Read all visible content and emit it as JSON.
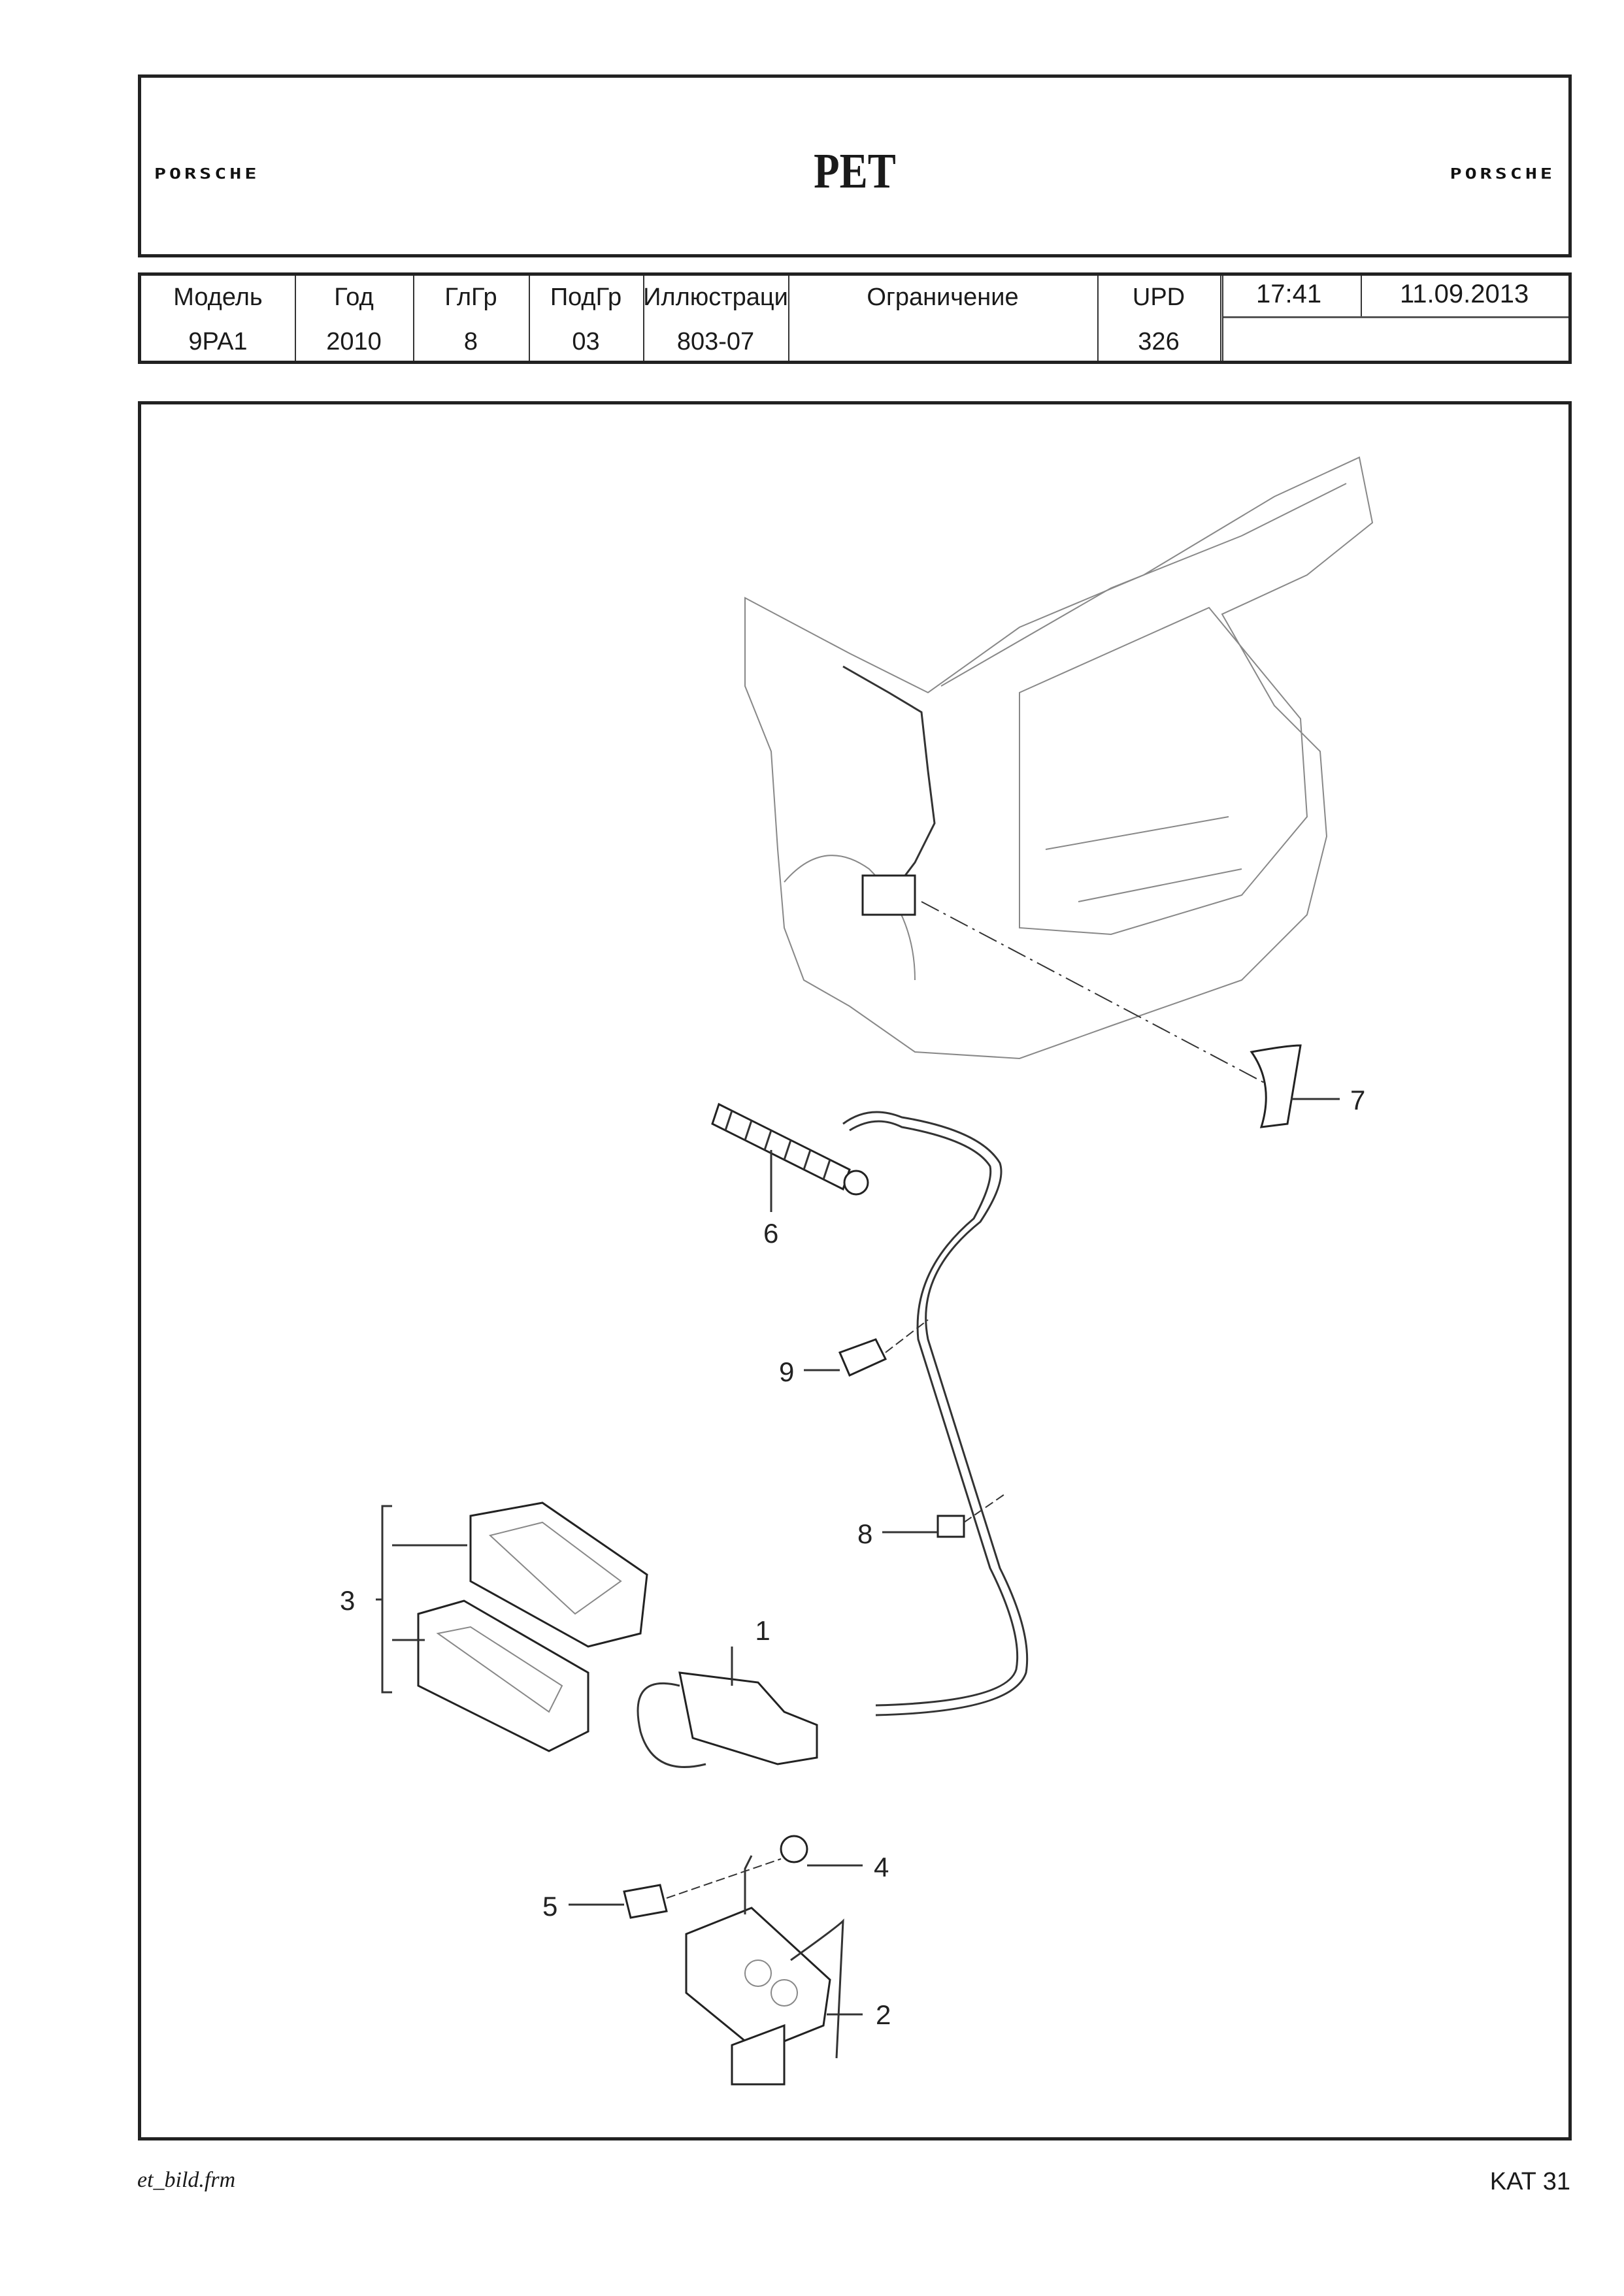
{
  "header": {
    "logo_left": "PORSCHE",
    "title": "PET",
    "logo_right": "PORSCHE"
  },
  "table": {
    "columns": [
      {
        "label": "Модель",
        "value": "9PA1"
      },
      {
        "label": "Год",
        "value": "2010"
      },
      {
        "label": "ГлГр",
        "value": "8"
      },
      {
        "label": "ПодГр",
        "value": "03"
      },
      {
        "label": "Иллюстраци",
        "value": "803-07"
      },
      {
        "label": "Ограничение",
        "value": ""
      },
      {
        "label": "UPD",
        "value": "326"
      }
    ],
    "time": "17:41",
    "date": "11.09.2013"
  },
  "callouts": [
    "1",
    "2",
    "3",
    "4",
    "5",
    "6",
    "7",
    "8",
    "9"
  ],
  "footer": {
    "left": "et_bild.frm",
    "right": "KAT 31"
  }
}
